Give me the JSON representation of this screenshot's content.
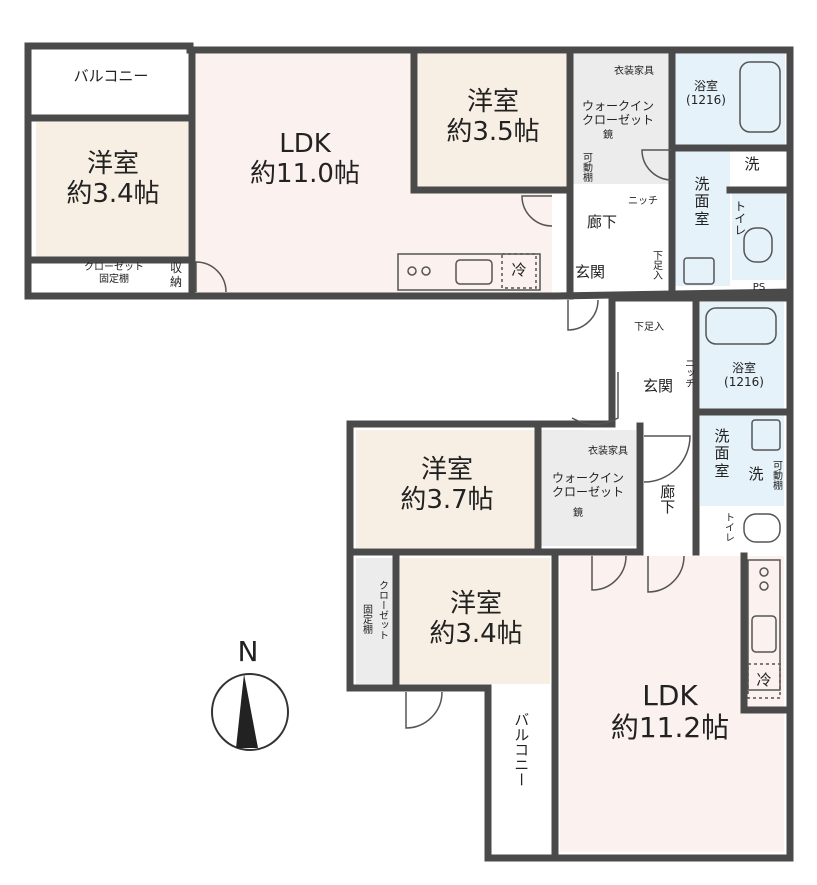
{
  "plan": {
    "north_label": "N",
    "upper": {
      "balcony": "バルコニー",
      "ldk": "LDK\n約11.0帖",
      "west_room": "洋室\n約3.4帖",
      "north_room": "洋室\n約3.5帖",
      "clothes": "衣装家具",
      "wic": "ウォークイン\nクローゼット",
      "mirror": "鏡",
      "shelf": "可動棚",
      "bath": "浴室\n(1216)",
      "washroom": "洗\n面\n室",
      "washer": "洗",
      "toilet": "トイレ",
      "niche": "ニッチ",
      "hallway": "廊下",
      "entrance": "玄関",
      "shoe": "下足入",
      "fridge": "冷",
      "closet": "クローゼット\n固定棚",
      "storage": "収\n納",
      "ps": "PS"
    },
    "lower": {
      "entrance": "玄関",
      "shoe": "下足入",
      "niche": "ニッチ",
      "bath": "浴室\n(1216)",
      "washroom": "洗\n面\n室",
      "washer": "洗",
      "shelf": "可動棚",
      "toilet": "トイレ",
      "hallway": "廊下",
      "east_room": "洋室\n約3.7帖",
      "clothes": "衣装家具",
      "wic": "ウォークイン\nクローゼット",
      "mirror": "鏡",
      "south_room": "洋室\n約3.4帖",
      "closet": "クローゼット",
      "fixed_shelf": "固定棚",
      "ldk": "LDK\n約11.2帖",
      "balcony": "バルコニー",
      "fridge": "冷"
    }
  }
}
